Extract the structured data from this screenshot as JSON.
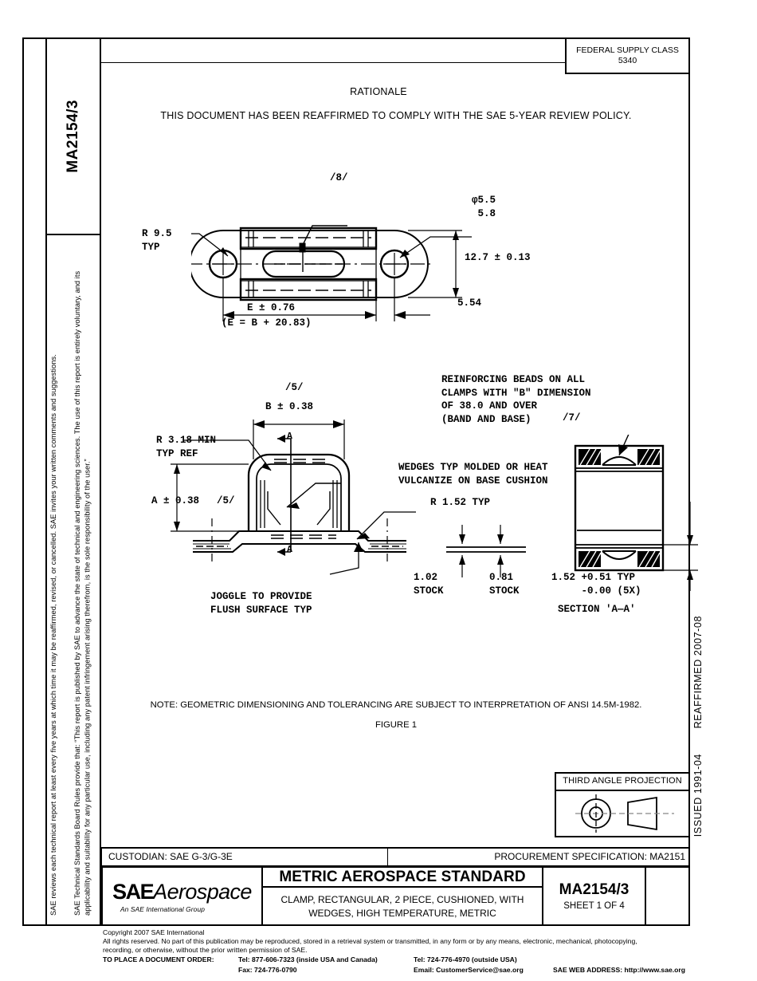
{
  "header": {
    "federal_supply_class_label": "FEDERAL SUPPLY CLASS",
    "federal_supply_class_value": "5340",
    "doc_id_tab": "MA2154/3"
  },
  "rationale": {
    "title": "RATIONALE",
    "text": "THIS DOCUMENT HAS BEEN REAFFIRMED TO COMPLY WITH THE SAE 5-YEAR REVIEW POLICY."
  },
  "sidebar": {
    "paragraph1": "SAE Technical Standards Board Rules provide that: “This report is published by SAE to advance the state of technical and engineering sciences. The use of this report is entirely voluntary, and its applicability and suitability for any particular use, including any patent infringement arising therefrom, is the sole responsibility of the user.”",
    "paragraph2": "SAE reviews each technical report at least every five years at which time it may be reaffirmed, revised, or cancelled. SAE invites your written comments and suggestions."
  },
  "right_margin": {
    "reaffirmed": "REAFFIRMED 2007-08",
    "issued": "ISSUED 1991-04"
  },
  "drawing": {
    "top_view": {
      "flag_8": "/8/",
      "radius_typ": "R 9.5\nTYP",
      "hole_dia": "φ5.5\n 5.8",
      "width_dim": "12.7 ± 0.13",
      "length_dim": "E ± 0.76",
      "length_formula": "(E = B + 20.83)",
      "edge_dim": "5.54"
    },
    "elevation_view": {
      "flag_5_top": "/5/",
      "b_dim": "B ± 0.38",
      "section_mark_top": "A",
      "section_mark_bottom": "A",
      "corner_radius": "R 3.18 MIN\nTYP REF",
      "a_dim": "A ± 0.38",
      "flag_5_side": "/5/",
      "joggle_note": "JOGGLE TO PROVIDE\nFLUSH SURFACE TYP",
      "wedges_note": "WEDGES TYP MOLDED OR HEAT\nVULCANIZE ON BASE CUSHION",
      "r152": "R 1.52 TYP",
      "stock_102": "1.02\nSTOCK",
      "stock_081": "0.81\nSTOCK"
    },
    "section_view": {
      "beads_note": "REINFORCING BEADS ON ALL\nCLAMPS WITH \"B\" DIMENSION\nOF 38.0 AND OVER\n(BAND AND BASE)",
      "flag_7": "/7/",
      "thickness_dim": "1.52 +0.51 TYP\n     -0.00 (5X)",
      "caption": "SECTION 'A—A'"
    },
    "note": "NOTE:  GEOMETRIC DIMENSIONING AND TOLERANCING ARE SUBJECT TO INTERPRETATION OF ANSI 14.5M-1982.",
    "figure_caption": "FIGURE 1"
  },
  "projection_box": {
    "label": "THIRD ANGLE PROJECTION"
  },
  "title_block": {
    "custodian": "CUSTODIAN:  SAE G-3/G-3E",
    "procurement": "PROCUREMENT SPECIFICATION:  MA2151",
    "logo_sae": "SAE",
    "logo_aerospace": "Aerospace",
    "logo_subtitle": "An SAE International Group",
    "standard_type": "METRIC AEROSPACE STANDARD",
    "description": "CLAMP, RECTANGULAR, 2 PIECE, CUSHIONED, WITH WEDGES, HIGH TEMPERATURE, METRIC",
    "doc_number": "MA2154/3",
    "sheet": "SHEET 1 OF 4"
  },
  "footer": {
    "copyright": "Copyright 2007 SAE International",
    "rights1": "All rights reserved. No part of this publication may be reproduced, stored in a retrieval system or transmitted, in any form or by any means, electronic, mechanical, photocopying,",
    "rights2": "recording, or otherwise, without the prior written permission of SAE.",
    "order_label": "TO PLACE A DOCUMENT ORDER:",
    "tel_inside": "Tel: 877-606-7323 (inside USA and Canada)",
    "tel_outside": "Tel: 724-776-4970 (outside USA)",
    "fax": "Fax: 724-776-0790",
    "email": "Email:  CustomerService@sae.org",
    "web": "SAE WEB ADDRESS: http://www.sae.org"
  }
}
